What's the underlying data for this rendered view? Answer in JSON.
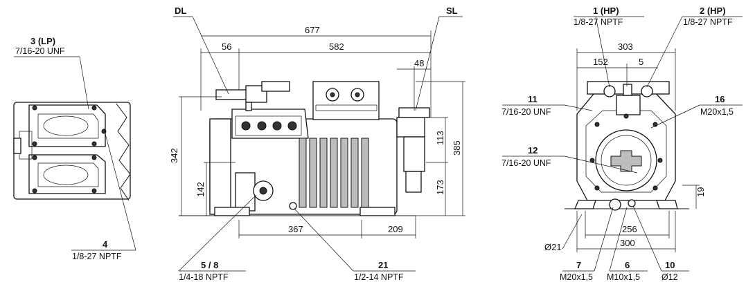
{
  "labels": {
    "lp3": {
      "title": "3 (LP)",
      "spec": "7/16-20 UNF"
    },
    "p4": {
      "title": "4",
      "spec": "1/8-27 NPTF"
    },
    "dl": {
      "title": "DL"
    },
    "sl": {
      "title": "SL"
    },
    "p58": {
      "title": "5 / 8",
      "spec": "1/4-18 NPTF"
    },
    "p21": {
      "title": "21",
      "spec": "1/2-14 NPTF"
    },
    "hp1": {
      "title": "1 (HP)",
      "spec": "1/8-27 NPTF"
    },
    "hp2": {
      "title": "2 (HP)",
      "spec": "1/8-27 NPTF"
    },
    "p11": {
      "title": "11",
      "spec": "7/16-20 UNF"
    },
    "p12": {
      "title": "12",
      "spec": "7/16-20 UNF"
    },
    "p16": {
      "title": "16",
      "spec": "M20x1,5"
    },
    "p7": {
      "title": "7",
      "spec": "M20x1,5"
    },
    "p6": {
      "title": "6",
      "spec": "M10x1,5"
    },
    "p10": {
      "title": "10",
      "spec": "Ø12"
    }
  },
  "dimensions": {
    "overall_length": "677",
    "d56": "56",
    "d582": "582",
    "d48": "48",
    "height": "342",
    "d142": "142",
    "d385": "385",
    "d113": "113",
    "d173": "173",
    "d367": "367",
    "d209": "209",
    "width303": "303",
    "d152": "152",
    "d5": "5",
    "d19": "19",
    "d256": "256",
    "d300": "300",
    "hole21": "Ø21"
  }
}
